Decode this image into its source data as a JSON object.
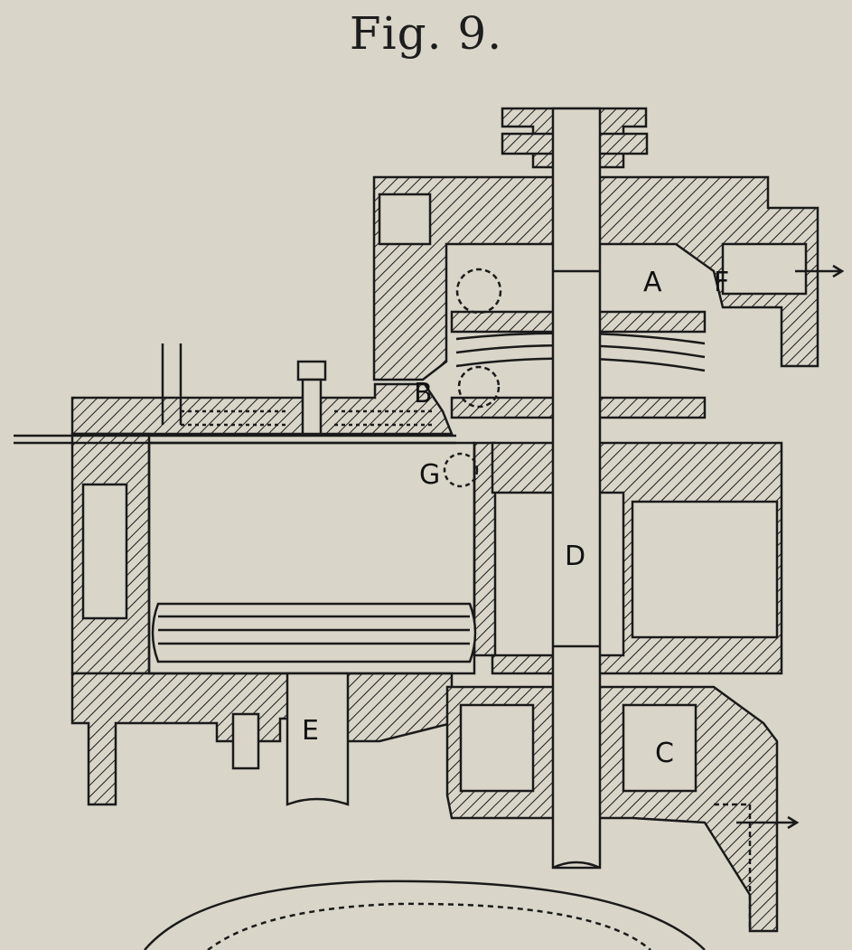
{
  "figure": {
    "title": "Fig. 9.",
    "labels": {
      "A": "A",
      "B": "B",
      "C": "C",
      "D": "D",
      "E": "E",
      "F": "F",
      "G": "G"
    }
  },
  "colors": {
    "paper": "#d9d6c9",
    "ink": "#1a1a1a",
    "bleed_text": "#c9c6b8"
  }
}
